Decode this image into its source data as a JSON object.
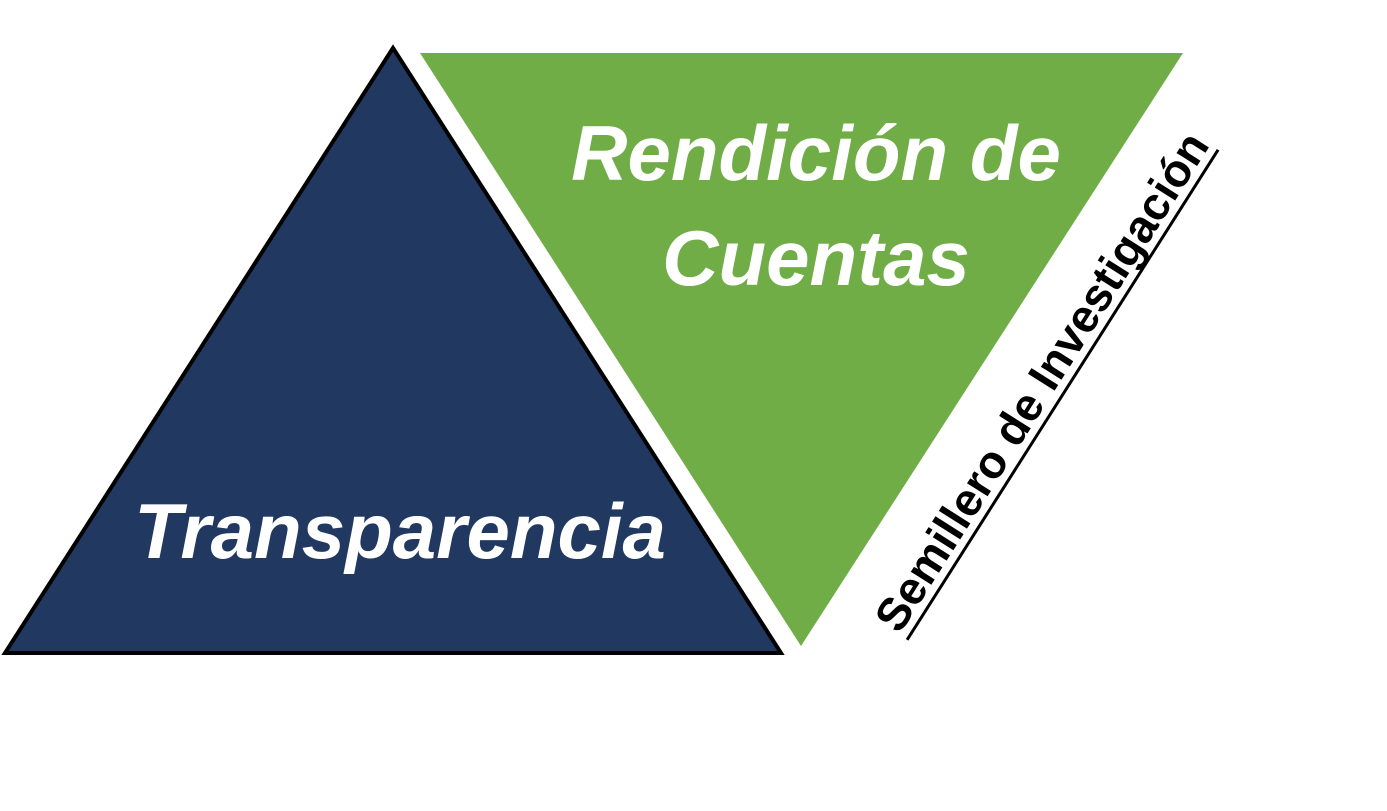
{
  "diagram": {
    "upward_triangle": {
      "label": "Transparencia",
      "fill_color": "#213861",
      "stroke_color": "#000000"
    },
    "downward_triangle": {
      "label_line_1": "Rendición de",
      "label_line_2": "Cuentas",
      "fill_color": "#70AD47"
    },
    "side_caption": {
      "text": "Semillero de Investigación",
      "underlined": true,
      "color": "#000000"
    }
  }
}
